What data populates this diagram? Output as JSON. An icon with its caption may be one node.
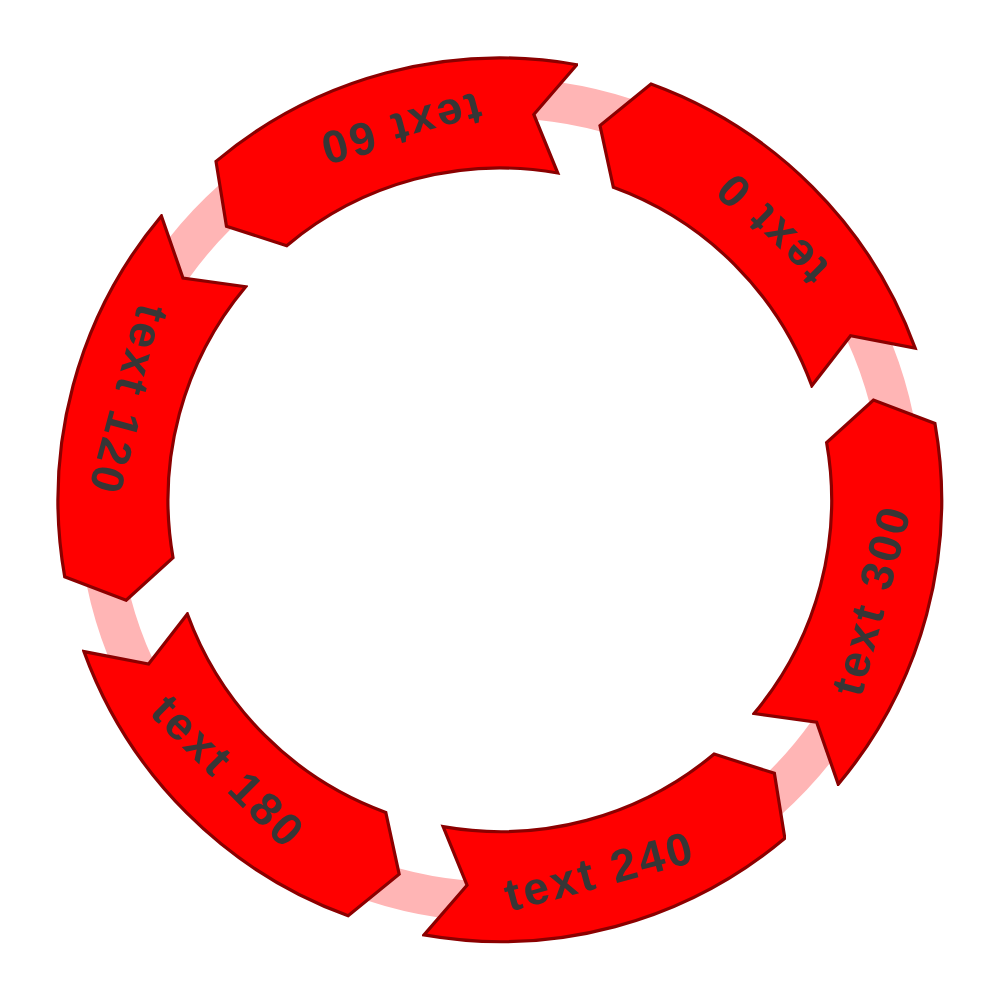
{
  "diagram": {
    "nodes": [
      {
        "text": [
          "text 0"
        ]
      },
      {
        "text": [
          "text 60"
        ]
      },
      {
        "text": [
          "text 120"
        ]
      },
      {
        "text": [
          "text 180"
        ]
      },
      {
        "text": [
          "text 240"
        ]
      },
      {
        "text": [
          "text 300"
        ]
      }
    ],
    "edges": [
      {
        "from": 0,
        "to": 1,
        "arrow": "none"
      },
      {
        "from": 1,
        "to": 2,
        "arrow": "none"
      },
      {
        "from": 2,
        "to": 3,
        "arrow": "none"
      },
      {
        "from": 3,
        "to": 4,
        "arrow": "none"
      },
      {
        "from": 4,
        "to": 5,
        "arrow": "none"
      },
      {
        "from": 5,
        "to": 0,
        "arrow": "none"
      }
    ]
  }
}
